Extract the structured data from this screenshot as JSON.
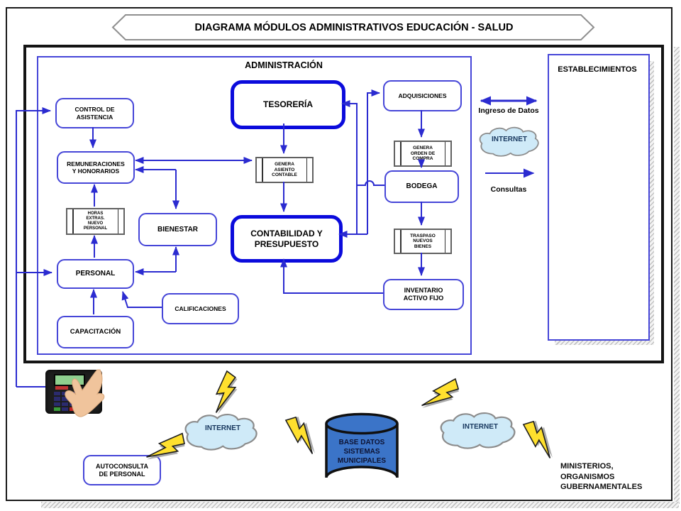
{
  "title": "DIAGRAMA MÓDULOS ADMINISTRATIVOS EDUCACIÓN - SALUD",
  "sections": {
    "administracion": "ADMINISTRACIÓN",
    "establecimientos": "ESTABLECIMIENTOS"
  },
  "nodes": {
    "control": {
      "label": "CONTROL DE\nASISTENCIA"
    },
    "remuneraciones": {
      "label": "REMUNERACIONES\nY HONORARIOS"
    },
    "tesoreria": {
      "label": "TESORERÍA"
    },
    "adquisiciones": {
      "label": "ADQUISICIONES"
    },
    "genera_orden": {
      "label": "GENERA\nORDEN DE\nCOMPRA"
    },
    "bodega": {
      "label": "BODEGA"
    },
    "genera_asiento": {
      "label": "GENERA\nASIENTO\nCONTABLE"
    },
    "horas_extras": {
      "label": "HORAS\nEXTRAS.\nNUEVO\nPERSONAL"
    },
    "bienestar": {
      "label": "BIENESTAR"
    },
    "contabilidad": {
      "label": "CONTABILIDAD Y\nPRESUPUESTO"
    },
    "traspaso": {
      "label": "TRASPASO\nNUEVOS\nBIENES"
    },
    "personal": {
      "label": "PERSONAL"
    },
    "inventario": {
      "label": "INVENTARIO\nACTIVO FIJO"
    },
    "calificaciones": {
      "label": "CALIFICACIONES"
    },
    "capacitacion": {
      "label": "CAPACITACIÓN"
    },
    "autoconsulta": {
      "label": "AUTOCONSULTA\nDE PERSONAL"
    }
  },
  "channel": {
    "ingreso": "Ingreso de Datos",
    "internet": "INTERNET",
    "consultas": "Consultas"
  },
  "bottom": {
    "internet_left": "INTERNET",
    "internet_right": "INTERNET",
    "database": "BASE DATOS\nSISTEMAS\nMUNICIPALES",
    "ministerios": "MINISTERIOS,\nORGANISMOS\nGUBERNAMENTALES"
  },
  "colors": {
    "line_blue": "#2b2bd0",
    "box_border_blue": "#4646d8",
    "thick_border_blue": "#0b0bdc",
    "cloud_fill": "#cfeaf8",
    "cylinder_blue": "#3b74c8",
    "bolt_yellow": "#ffe02e",
    "building_navy": "#1f3f7a",
    "health_blue": "#1636df",
    "cross_red": "#d21f1f"
  }
}
